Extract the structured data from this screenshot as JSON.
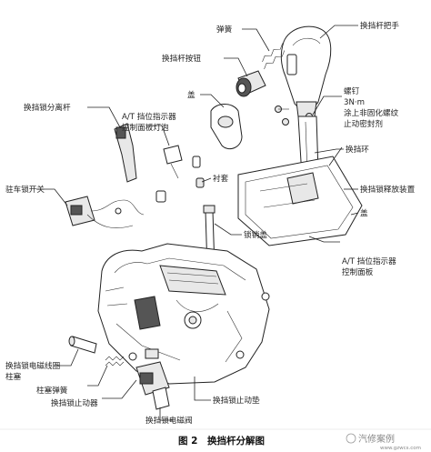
{
  "caption": {
    "figure": "图 2",
    "title": "换挡杆分解图"
  },
  "labels": {
    "shift_knob": "换挡杆把手",
    "spring": "弹簧",
    "shift_button": "换挡杆按钮",
    "cover_top": "盖",
    "screw": "螺钉",
    "torque": "3N·m",
    "sealant_1": "涂上非固化螺纹",
    "sealant_2": "止动密封剂",
    "shift_lock_release_lever": "换挡锁分离杆",
    "at_indicator_bulb_1": "A/T 挡位指示器",
    "at_indicator_bulb_2": "控制面板灯泡",
    "shift_ring": "换挡环",
    "park_pin_switch": "驻车锁开关",
    "sleeve": "衬套",
    "lock_cover": "锁销盖",
    "shift_lock_release": "换挡锁释放装置",
    "cover_panel": "盖",
    "at_indicator_panel_1": "A/T 挡位指示器",
    "at_indicator_panel_2": "控制面板",
    "solenoid_harness_1": "换挡锁电磁线圈",
    "solenoid_harness_2": "柱塞",
    "plunger_spring": "柱塞弹簧",
    "shift_lock_stopper": "换挡锁止动器",
    "shift_lock_stop_pad": "换挡锁止动垫",
    "shift_lock_solenoid": "换挡锁电磁阀"
  },
  "watermark": {
    "brand": "汽修案例",
    "site": "www.gzwcs.com"
  }
}
